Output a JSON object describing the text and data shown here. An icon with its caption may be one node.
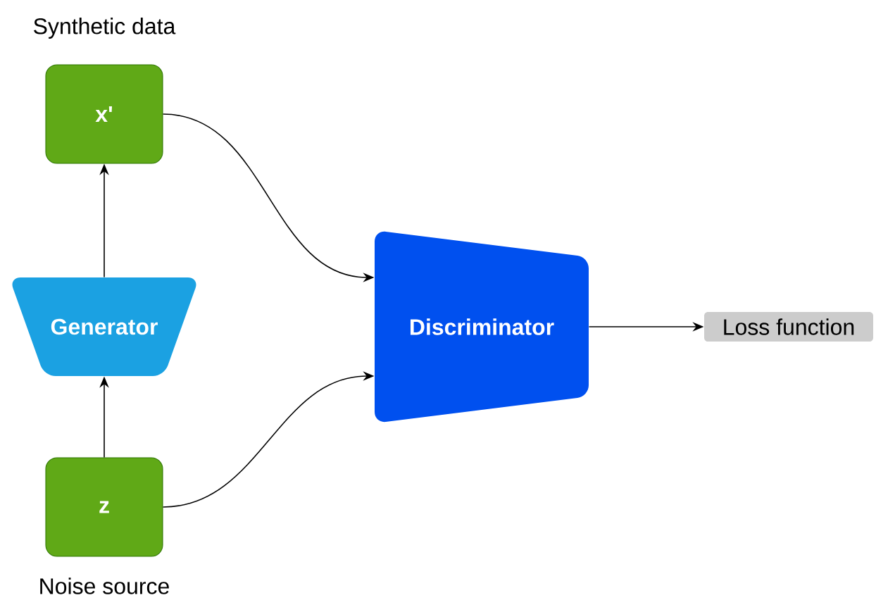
{
  "diagram": {
    "nodes": [
      {
        "text": [
          "x'"
        ],
        "beside": [
          "Synthetic data"
        ]
      },
      {
        "text": [
          "Generator"
        ]
      },
      {
        "text": [
          "z"
        ],
        "beside": [
          "Noise source"
        ]
      },
      {
        "text": [
          "Discriminator"
        ]
      },
      {
        "text": [
          "Loss function"
        ]
      }
    ],
    "edges": [
      {
        "from": 1,
        "to": 0,
        "arrow": "to"
      },
      {
        "from": 2,
        "to": 1,
        "arrow": "to"
      },
      {
        "from": 0,
        "to": 3,
        "arrow": "to"
      },
      {
        "from": 2,
        "to": 3,
        "arrow": "to"
      },
      {
        "from": 3,
        "to": 4,
        "arrow": "to"
      }
    ]
  }
}
